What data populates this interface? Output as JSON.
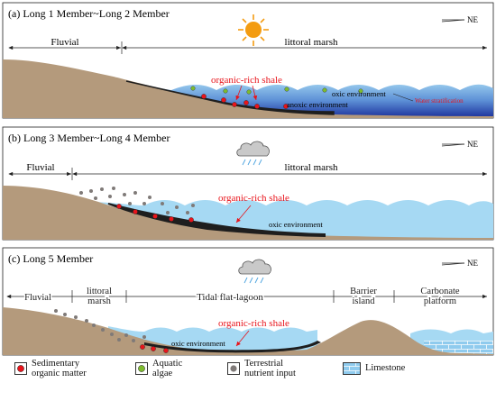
{
  "panels": [
    {
      "label": "(a)  Long  1  Member~Long 2 Member",
      "direction": "NE",
      "zones": [
        "Fluvial",
        "littoral marsh"
      ],
      "callout": "organic-rich  shale",
      "notes": [
        "oxic environment",
        "anoxic environment",
        "Water stratification"
      ],
      "weather": "sun-icon"
    },
    {
      "label": "(b)  Long  3  Member~Long 4 Member",
      "direction": "NE",
      "zones": [
        "Fluvial",
        "littoral marsh"
      ],
      "callout": "organic-rich  shale",
      "notes": [
        "oxic environment"
      ],
      "weather": "rain-cloud-icon"
    },
    {
      "label": "(c)  Long  5  Member",
      "direction": "NE",
      "zones": [
        "Fluvial",
        "littoral\nmarsh",
        "Tidal flat-lagoon",
        "Barrier\nisland",
        "Carbonate\nplatform"
      ],
      "callout": "organic-rich  shale",
      "notes": [
        "oxic environment"
      ],
      "weather": "rain-cloud-icon"
    }
  ],
  "legend": [
    {
      "text": "Sedimentary\norganic matter",
      "icon": "red-dot-icon",
      "color": "#e8141b"
    },
    {
      "text": "Aquatic\nalgae",
      "icon": "green-dot-icon",
      "color": "#7dbb2e"
    },
    {
      "text": "Terrestrial\nnutrient input",
      "icon": "grey-dot-icon",
      "color": "#7f7a78"
    },
    {
      "text": "Limestone",
      "icon": "limestone-icon",
      "color": "#8fcbee"
    }
  ],
  "colors": {
    "land": "#b49a7c",
    "water": "#a6d9f3",
    "shale": "#1e1e1e",
    "accent": "#e8141b",
    "sun": "#f39c12"
  }
}
